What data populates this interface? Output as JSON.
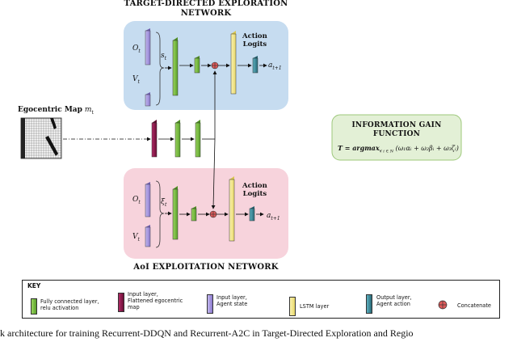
{
  "target_network": {
    "title_line1": "TARGET-DIRECTED EXPLORATION",
    "title_line2": "NETWORK",
    "input_o": "O",
    "input_o_sub": "t",
    "input_v": "V",
    "input_v_sub": "t",
    "state": "s",
    "state_sub": "t",
    "logits_line1": "Action",
    "logits_line2": "Logits",
    "output": "a",
    "output_sub": "t+1"
  },
  "aoi_network": {
    "title": "AoI EXPLOITATION NETWORK",
    "input_o": "O",
    "input_o_sub": "t",
    "input_v": "V",
    "input_v_sub": "t",
    "state": "ξ",
    "state_sub": "t",
    "logits_line1": "Action",
    "logits_line2": "Logits",
    "output": "a",
    "output_sub": "t+1"
  },
  "egocentric_map": {
    "label": "Egocentric Map",
    "var": "m",
    "var_sub": "t"
  },
  "info_gain": {
    "title_line1": "INFORMATION GAIN",
    "title_line2": "FUNCTION",
    "formula": "T = argmax",
    "formula_sub": "∀ i ∈ N",
    "formula_rest": "(ω₁αᵢ + ω₂βᵢ + ω₃ζᵢ)"
  },
  "key": {
    "title": "KEY",
    "items": [
      {
        "label_line1": "Fully connected layer,",
        "label_line2": "relu activation",
        "label_line3": "",
        "color": "#7cc242"
      },
      {
        "label_line1": "Input layer,",
        "label_line2": "Flattened egocentric",
        "label_line3": "map",
        "color": "#8b1a4a"
      },
      {
        "label_line1": "Input layer,",
        "label_line2": "Agent state",
        "label_line3": "",
        "color": "#a99ae0"
      },
      {
        "label_line1": "LSTM layer",
        "label_line2": "",
        "label_line3": "",
        "color": "#f7e98e"
      },
      {
        "label_line1": "Output layer,",
        "label_line2": "Agent action",
        "label_line3": "",
        "color": "#3a8a9a"
      },
      {
        "label_line1": "Concatenate",
        "label_line2": "",
        "label_line3": "",
        "color": "#e05a5a"
      }
    ]
  },
  "caption": "k architecture for training Recurrent-DDQN and Recurrent-A2C in Target-Directed Exploration and Regio",
  "colors": {
    "target_bg": "#c6dcf0",
    "aoi_bg": "#f7d3dc",
    "info_bg": "#e3f0d6",
    "info_border": "#9cc87a",
    "fc": "#7cc242",
    "input_map": "#8b1a4a",
    "input_state": "#a99ae0",
    "lstm": "#f7e98e",
    "output": "#3a8a9a",
    "concat": "#e05a5a"
  }
}
